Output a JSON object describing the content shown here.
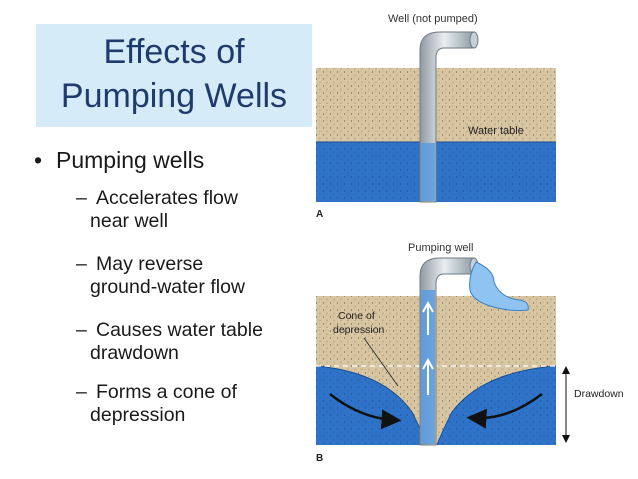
{
  "slide": {
    "title_lines": [
      "Effects of",
      "Pumping Wells"
    ],
    "bullet": "Pumping wells",
    "subbullets": [
      {
        "line1": "Accelerates flow",
        "line2": "near well"
      },
      {
        "line1": "May reverse",
        "line2": "ground-water flow"
      },
      {
        "line1": "Causes water table",
        "line2": "drawdown"
      },
      {
        "line1": "Forms a cone of",
        "line2": "depression"
      }
    ]
  },
  "diagram_a": {
    "label": "Well (not pumped)",
    "water_table_label": "Water table",
    "panel_letter": "A"
  },
  "diagram_b": {
    "label": "Pumping well",
    "cone_label_line1": "Cone of",
    "cone_label_line2": "depression",
    "drawdown_label": "Drawdown",
    "panel_letter": "B"
  },
  "colors": {
    "title_bg": "#d6ebf8",
    "title_text": "#1f3b6b",
    "soil": "#d8c6a3",
    "water": "#2f73c8",
    "pipe": "#b9c2c8"
  }
}
